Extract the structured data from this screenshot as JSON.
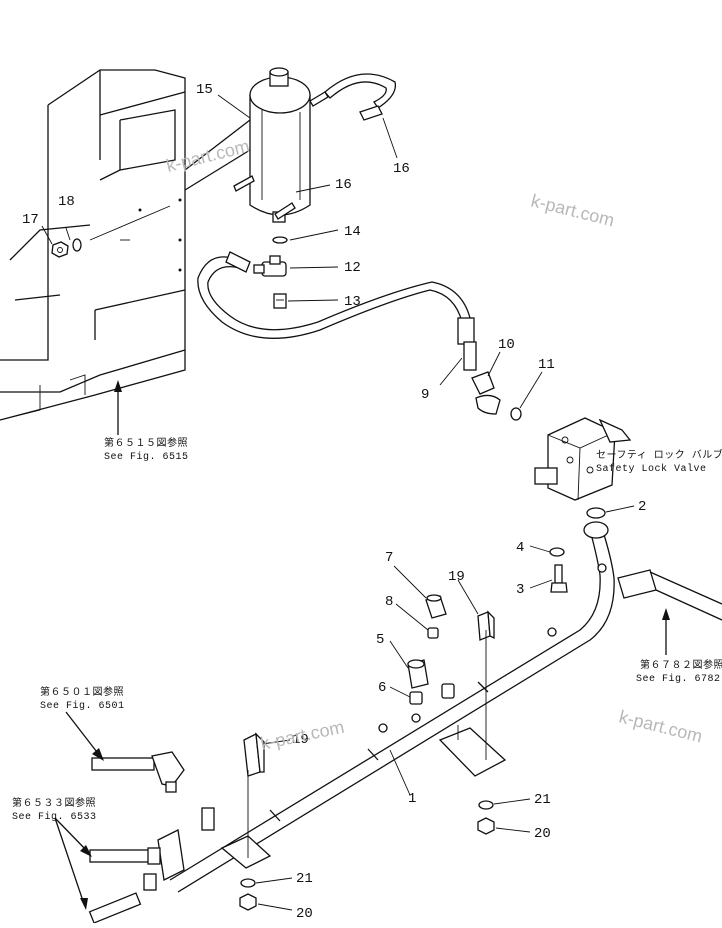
{
  "watermarks": [
    "k-part.com",
    "k-part.com",
    "k-part.com",
    "k-part.com"
  ],
  "callouts": [
    "1",
    "2",
    "3",
    "4",
    "5",
    "6",
    "7",
    "8",
    "9",
    "10",
    "11",
    "12",
    "13",
    "14",
    "15",
    "16",
    "16",
    "17",
    "18",
    "19",
    "19",
    "20",
    "20",
    "21",
    "21"
  ],
  "references": {
    "fig6515": {
      "jp": "第６５１５図参照",
      "en": "See Fig. 6515"
    },
    "fig6782": {
      "jp": "第６７８２図参照",
      "en": "See Fig. 6782"
    },
    "fig6501": {
      "jp": "第６５０１図参照",
      "en": "See Fig. 6501"
    },
    "fig6533": {
      "jp": "第６５３３図参照",
      "en": "See Fig. 6533"
    }
  },
  "valve_label": {
    "jp": "セーフティ ロック バルブ",
    "en": "Safety Lock Valve"
  }
}
